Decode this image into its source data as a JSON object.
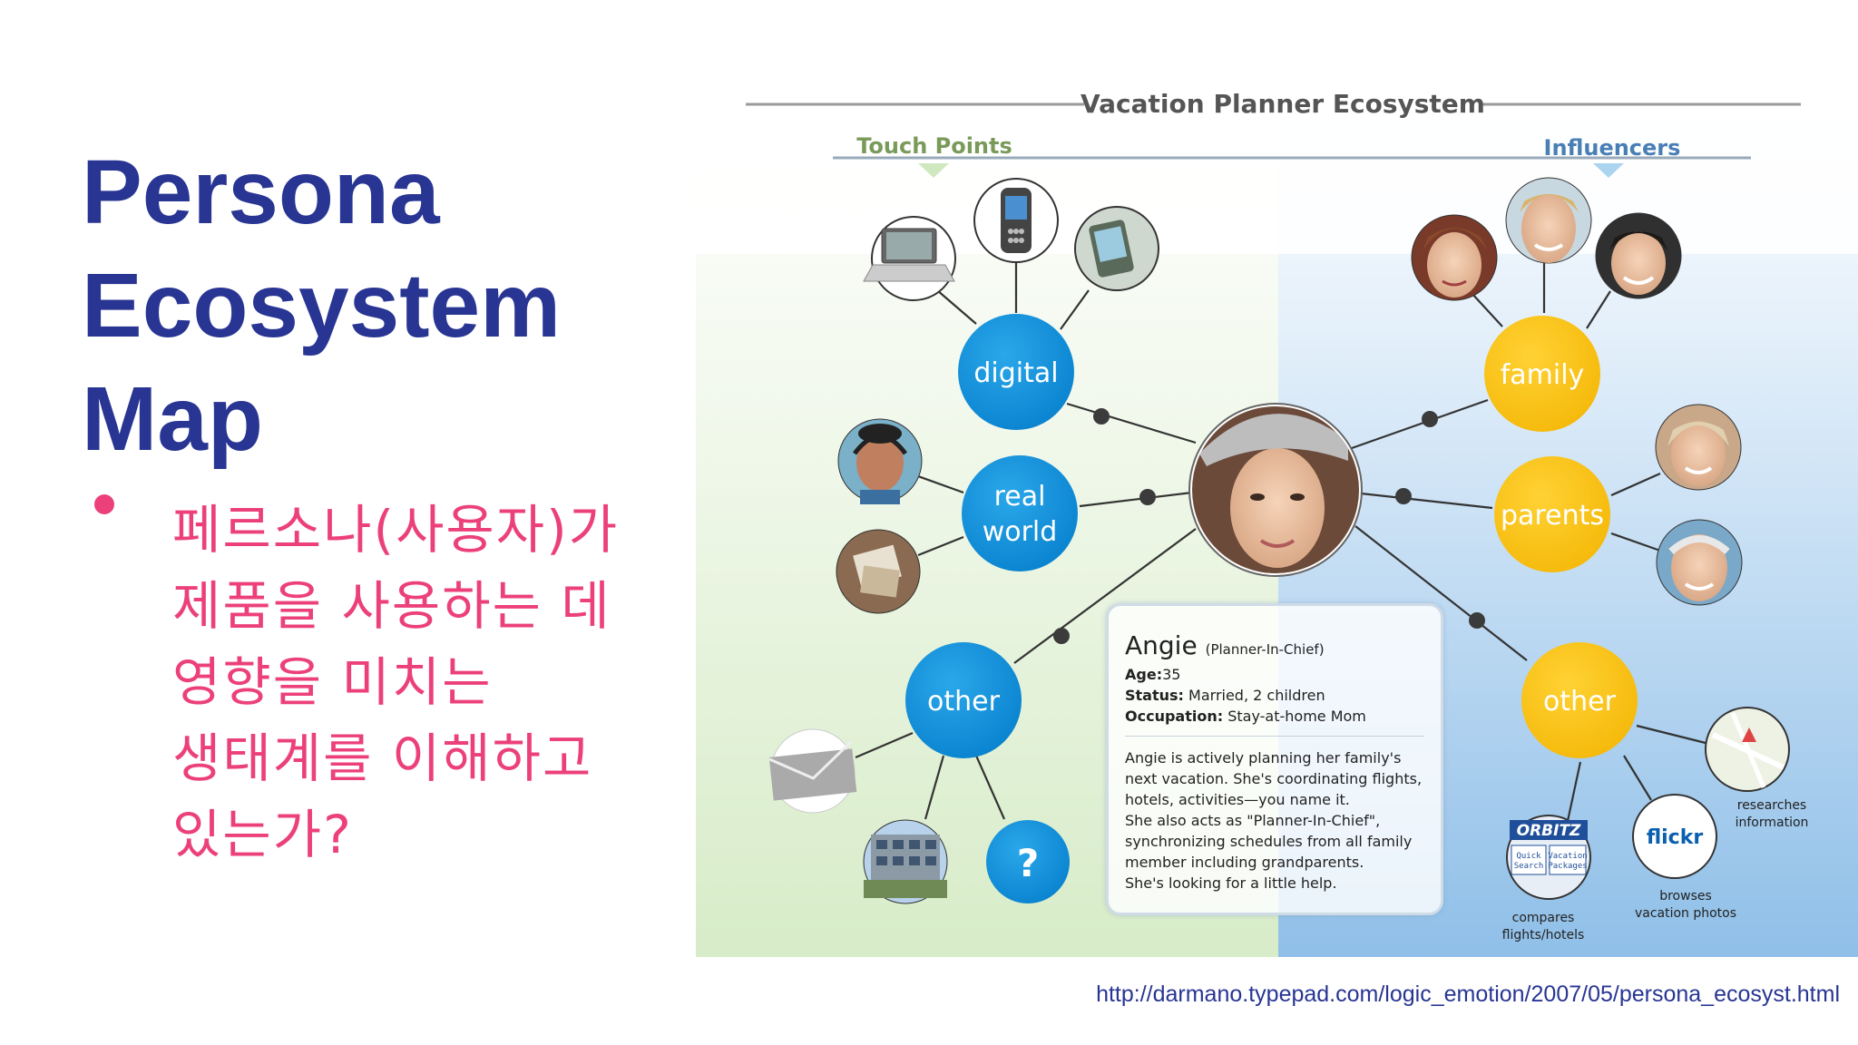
{
  "slide": {
    "title_lines": [
      "Persona",
      "Ecosystem",
      "Map"
    ],
    "bullet_lines": [
      "페르소나(사용자)가",
      "제품을 사용하는 데",
      "영향을 미치는",
      "생태계를 이해하고",
      "있는가?"
    ],
    "source_url": "http://darmano.typepad.com/logic_emotion/2007/05/persona_ecosyst.html",
    "colors": {
      "title": "#283593",
      "bullet": "#ec407a"
    }
  },
  "diagram": {
    "title": "Vacation Planner Ecosystem",
    "left_section": "Touch Points",
    "right_section": "Influencers",
    "colors": {
      "blue_node": "#0d8ed8",
      "yellow_node": "#f9c00f",
      "left_bg": "#dff0d2",
      "right_bg": "#9cc8ea"
    },
    "nodes": {
      "digital": "digital",
      "real_world": [
        "real",
        "world"
      ],
      "other_left": "other",
      "family": "family",
      "parents": "parents",
      "other_right": "other",
      "question": "?"
    },
    "icons": {
      "laptop": "laptop-icon",
      "phone": "mobile-phone-icon",
      "pda": "pda-icon",
      "headset_person": "headset-person-photo",
      "brochure": "brochure-photo",
      "envelope": "envelope-icon",
      "building": "building-photo",
      "girl": "girl-photo",
      "man": "man-photo",
      "boy": "boy-photo",
      "grandmother": "grandmother-photo",
      "grandfather": "grandfather-photo",
      "map": "map-icon",
      "flickr": "flickr-logo",
      "orbitz": "orbitz-logo"
    },
    "logo_text": {
      "flickr": "flickr",
      "orbitz": "ORBITZ",
      "orbitz_tab1": [
        "Quick",
        "Search"
      ],
      "orbitz_tab2": [
        "Vacation",
        "Packages"
      ]
    },
    "captions": {
      "map": [
        "researches",
        "information"
      ],
      "flickr": [
        "browses",
        "vacation photos"
      ],
      "orbitz": [
        "compares",
        "flights/hotels"
      ]
    },
    "persona": {
      "name": "Angie",
      "role": "(Planner-In-Chief)",
      "age_label": "Age:",
      "age": "35",
      "status_label": "Status:",
      "status": "Married, 2 children",
      "occupation_label": "Occupation:",
      "occupation": "Stay-at-home Mom",
      "description": [
        "Angie is actively planning her family's",
        "next vacation.  She's coordinating flights,",
        "hotels, activities—you name it.",
        "She also acts as \"Planner-In-Chief\",",
        "synchronizing schedules from all family",
        "member including grandparents.",
        "She's looking for a little help."
      ]
    }
  }
}
